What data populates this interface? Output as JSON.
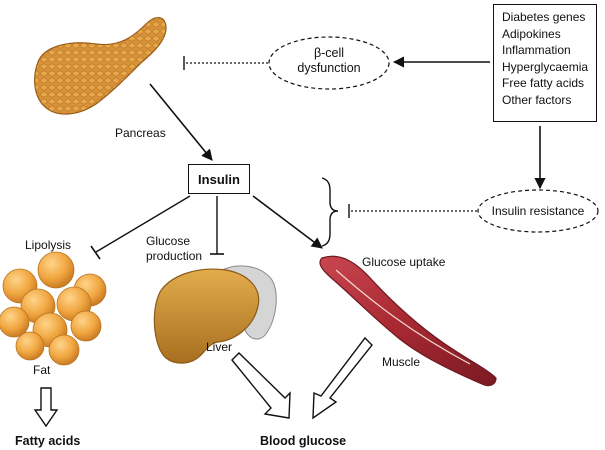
{
  "factors": [
    "Diabetes genes",
    "Adipokines",
    "Inflammation",
    "Hyperglycaemia",
    "Free fatty acids",
    "Other factors"
  ],
  "beta_cell": "β-cell\ndysfunction",
  "insulin": "Insulin",
  "insulin_resistance": "Insulin resistance",
  "labels": {
    "pancreas": "Pancreas",
    "lipolysis": "Lipolysis",
    "glucose_production": "Glucose\nproduction",
    "glucose_uptake": "Glucose uptake",
    "fat": "Fat",
    "liver": "Liver",
    "muscle": "Muscle",
    "fatty_acids": "Fatty acids",
    "blood_glucose": "Blood glucose"
  },
  "colors": {
    "pancreas": "#d9933a",
    "fat": "#f0a640",
    "liver": "#c9902f",
    "muscle": "#b0303a",
    "line": "#111111"
  }
}
